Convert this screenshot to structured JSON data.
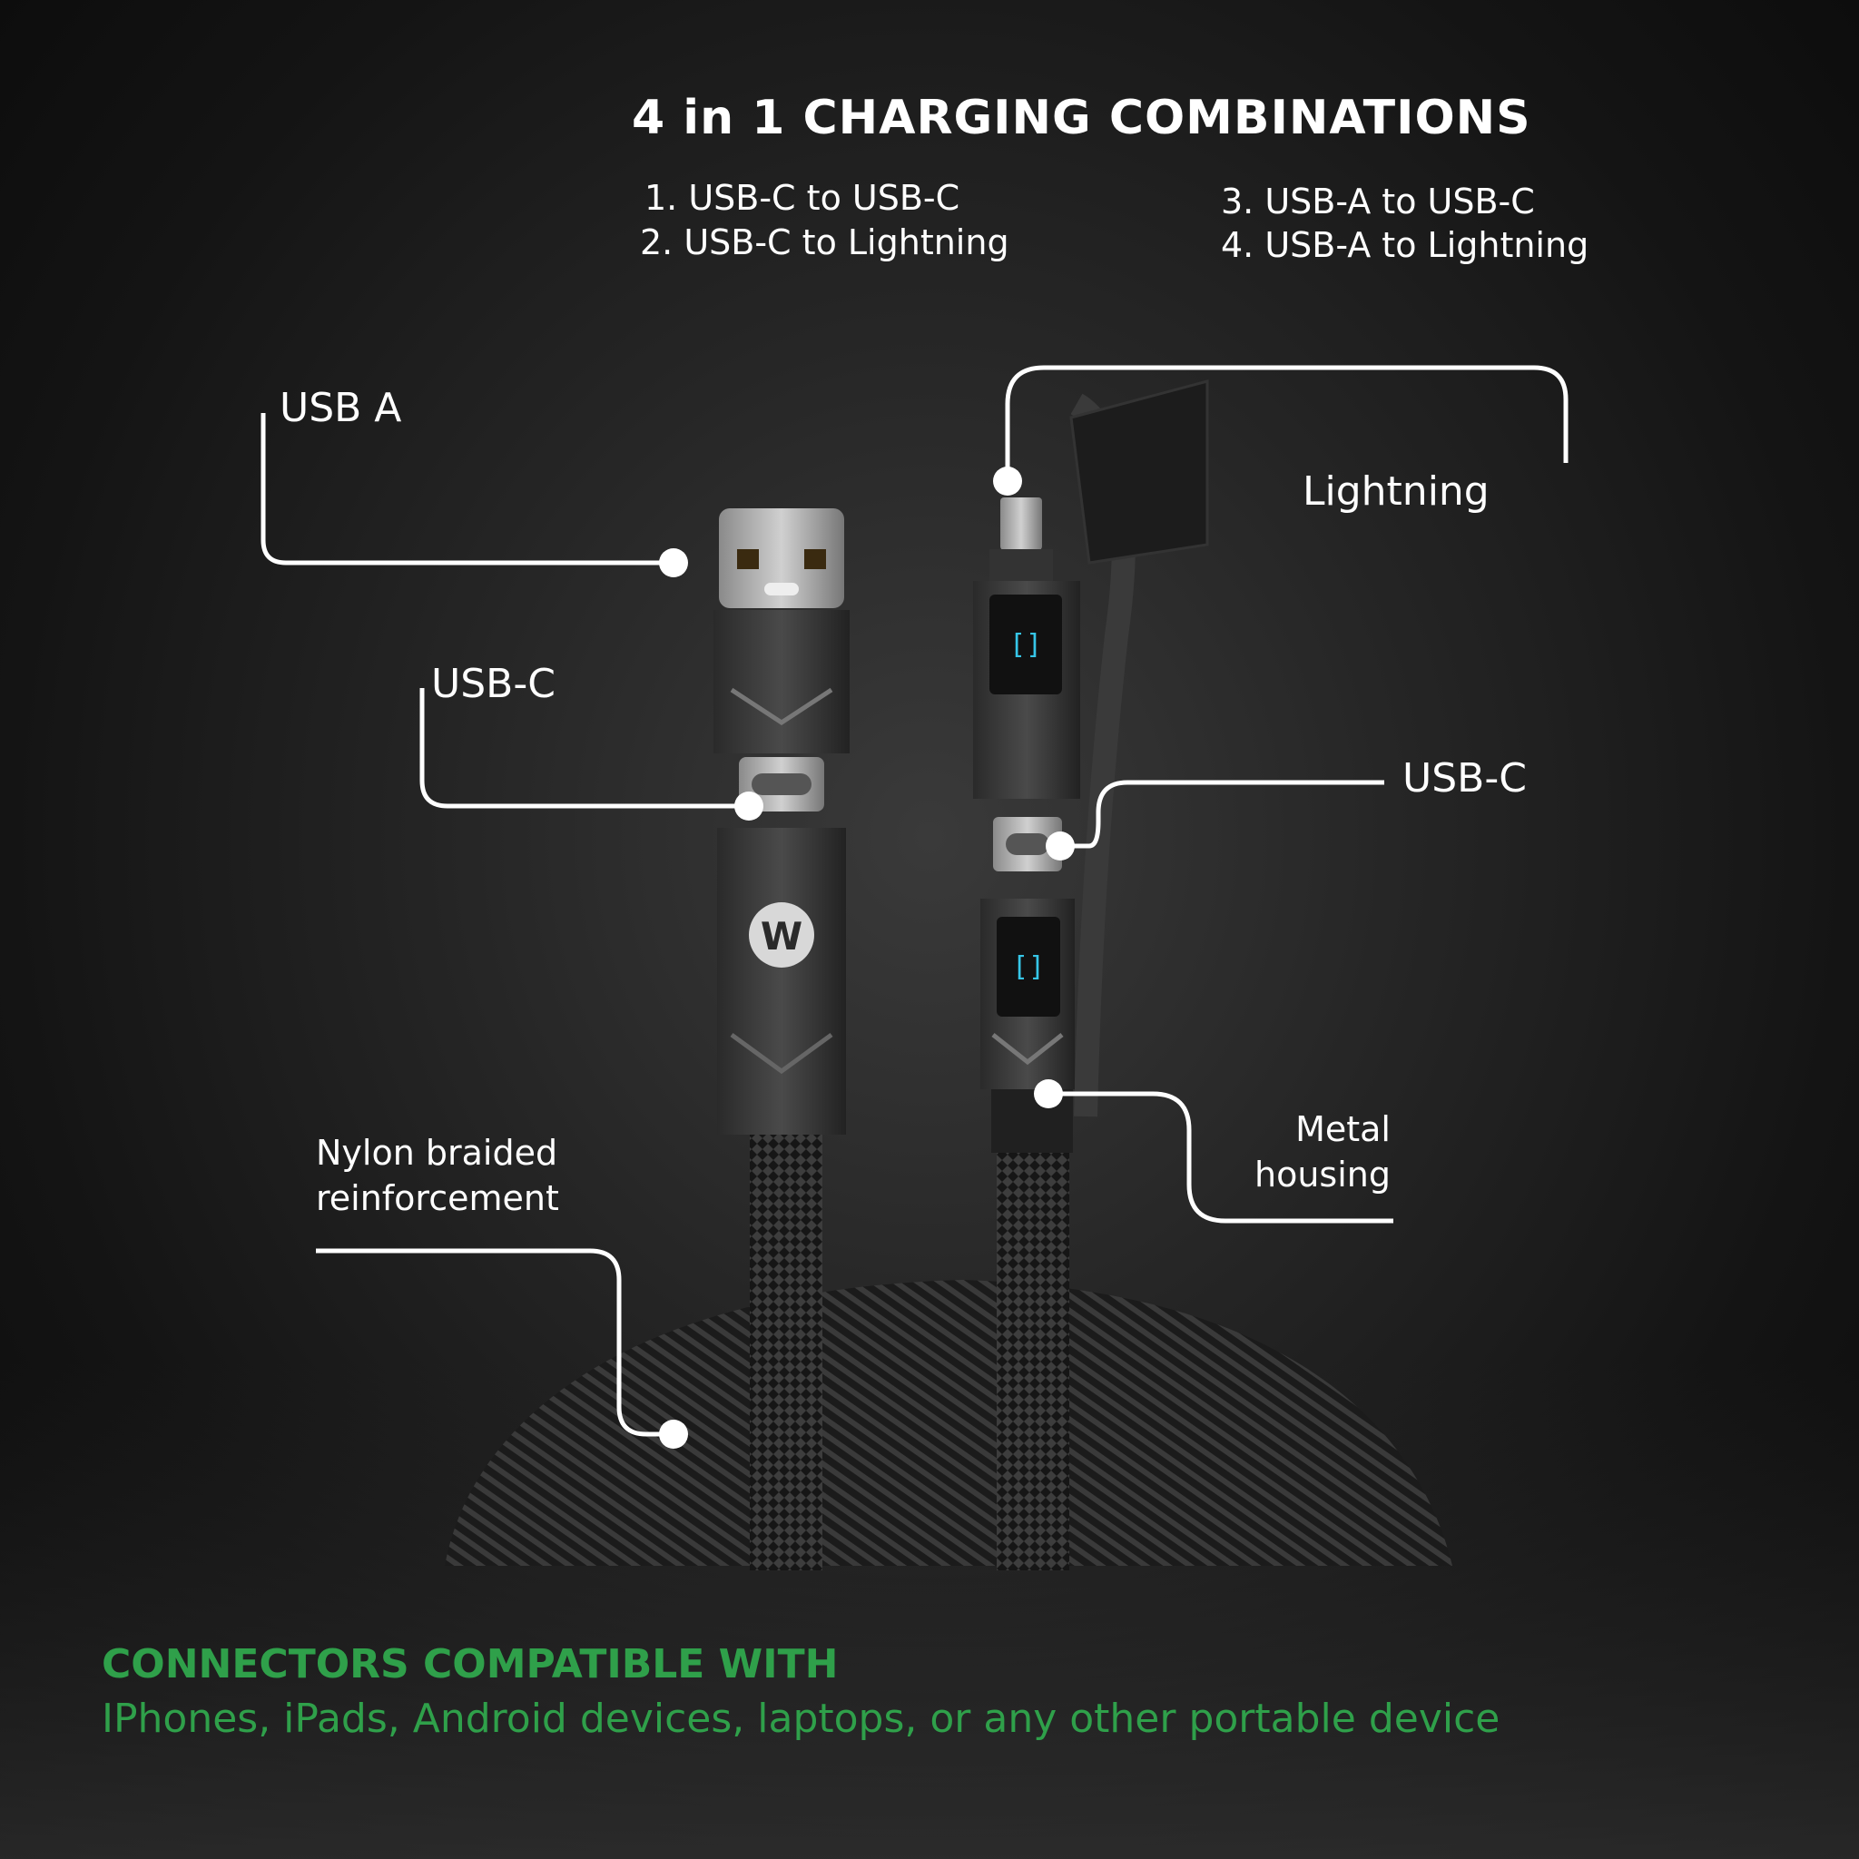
{
  "header": {
    "title": "4 in 1 CHARGING COMBINATIONS",
    "combinations": [
      "1. USB-C to USB-C",
      "2. USB-C to Lightning",
      "3. USB-A to USB-C",
      "4. USB-A to Lightning"
    ]
  },
  "callouts": {
    "usb_a": "USB A",
    "usb_c_left": "USB-C",
    "lightning": "Lightning",
    "usb_c_right": "USB-C",
    "nylon_line1": "Nylon braided",
    "nylon_line2": "reinforcement",
    "metal_line1": "Metal",
    "metal_line2": "housing"
  },
  "footer": {
    "line1": "CONNECTORS COMPATIBLE WITH",
    "line2": "IPhones, iPads, Android devices, laptops, or any other portable device"
  },
  "colors": {
    "accent_green": "#2fa04a",
    "background": "#1a1a1a",
    "callout_line": "#ffffff"
  },
  "icons": {
    "brand_logo": "w-logo-icon"
  }
}
